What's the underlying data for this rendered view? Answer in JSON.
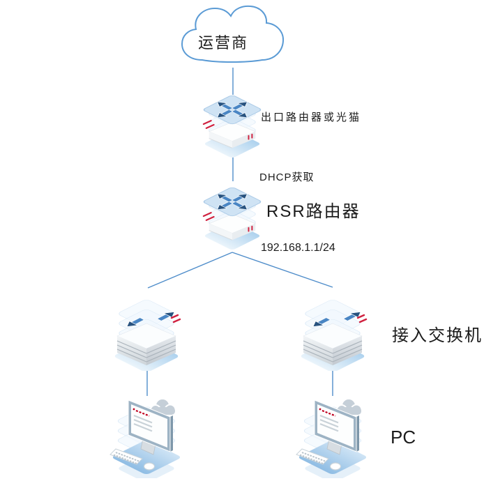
{
  "diagram_type": "network-topology",
  "labels": {
    "cloud": "运营商",
    "egress_router": "出口路由器或光猫",
    "dhcp": "DHCP获取",
    "rsr_router": "RSR路由器",
    "ip": "192.168.1.1/24",
    "access_switch": "接入交换机",
    "pc": "PC"
  },
  "topology": {
    "nodes": [
      {
        "id": "isp-cloud",
        "type": "cloud",
        "label": "运营商"
      },
      {
        "id": "egress-router",
        "type": "router",
        "label": "出口路由器或光猫"
      },
      {
        "id": "rsr-router",
        "type": "router",
        "label": "RSR路由器",
        "lan_ip": "192.168.1.1/24"
      },
      {
        "id": "access-switch-left",
        "type": "switch",
        "label": "接入交换机"
      },
      {
        "id": "access-switch-right",
        "type": "switch",
        "label": "接入交换机"
      },
      {
        "id": "pc-left",
        "type": "pc",
        "label": "PC"
      },
      {
        "id": "pc-right",
        "type": "pc",
        "label": "PC"
      }
    ],
    "links": [
      {
        "from": "isp-cloud",
        "to": "egress-router"
      },
      {
        "from": "egress-router",
        "to": "rsr-router",
        "label": "DHCP获取"
      },
      {
        "from": "rsr-router",
        "to": "access-switch-left"
      },
      {
        "from": "rsr-router",
        "to": "access-switch-right"
      },
      {
        "from": "access-switch-left",
        "to": "pc-left"
      },
      {
        "from": "access-switch-right",
        "to": "pc-right"
      }
    ]
  },
  "colors": {
    "background": "#ffffff",
    "line": "#4f8dca",
    "cloud_stroke": "#5b9bd5",
    "icon_blue": "#4a86c4",
    "icon_navy": "#27527f",
    "icon_plate": "#cfe3f4",
    "accent_red": "#d0213f",
    "text": "#1b1b1b"
  }
}
